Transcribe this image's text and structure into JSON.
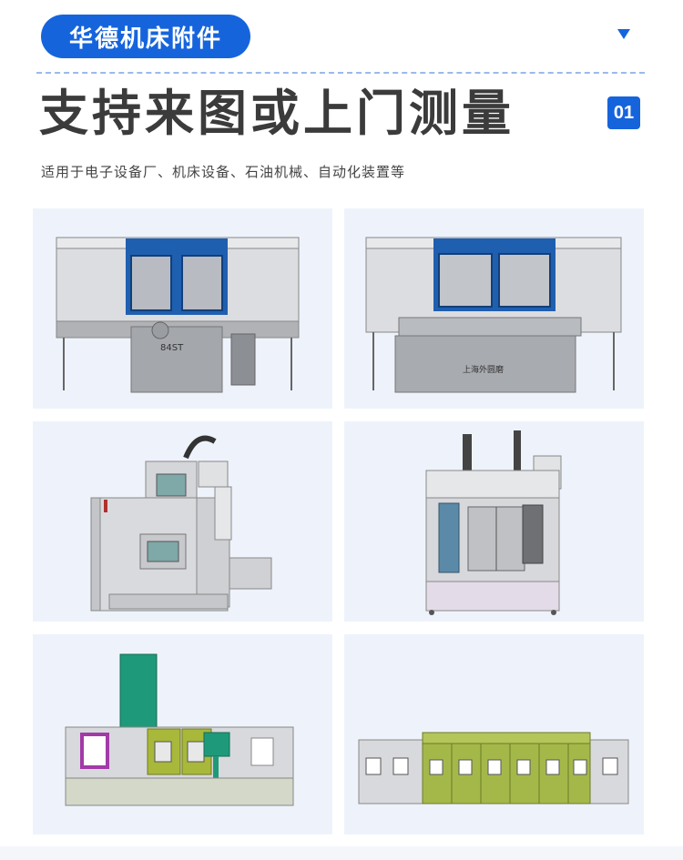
{
  "header": {
    "brand": "华德机床附件",
    "accent_color": "#1664dc",
    "dropdown_icon": "triangle-down-icon"
  },
  "section": {
    "title": "支持来图或上门测量",
    "number": "01",
    "subtitle": "适用于电子设备厂、机床设备、石油机械、自动化装置等"
  },
  "gallery": {
    "items": [
      {
        "label": "84ST"
      },
      {
        "label": "上海外圆磨"
      },
      {
        "label": ""
      },
      {
        "label": ""
      },
      {
        "label": ""
      },
      {
        "label": ""
      }
    ]
  }
}
